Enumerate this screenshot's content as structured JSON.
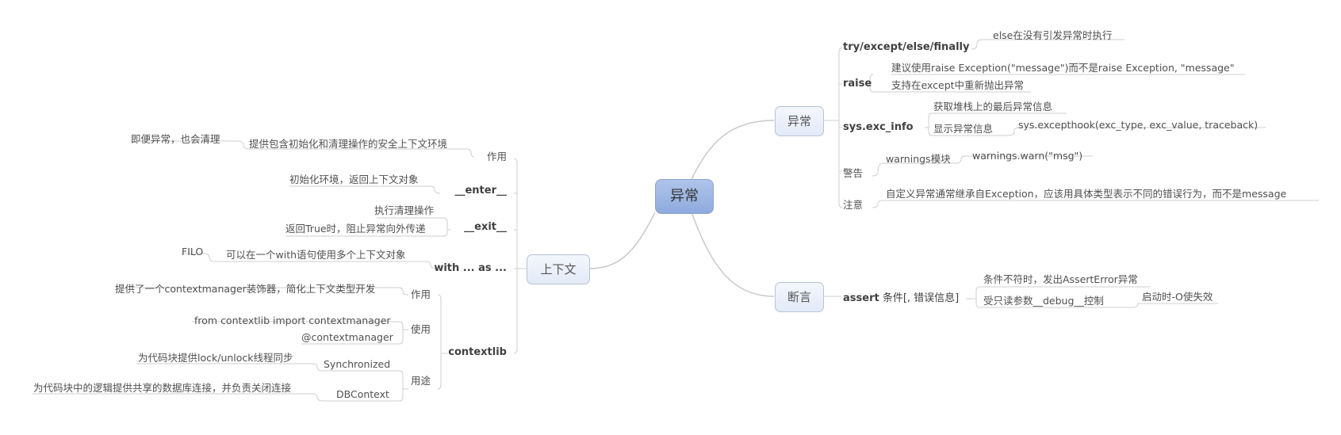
{
  "root": {
    "label": "异常"
  },
  "right": {
    "exception": {
      "label": "异常",
      "children": [
        {
          "label": "try/except/else/finally",
          "children": [
            {
              "label": "else在没有引发异常时执行"
            }
          ]
        },
        {
          "label": "raise",
          "children": [
            {
              "label": "建议使用raise Exception(\"message\")而不是raise  Exception, \"message\""
            },
            {
              "label": "支持在except中重新抛出异常"
            }
          ]
        },
        {
          "label": "sys.exc_info",
          "children": [
            {
              "label": "获取堆栈上的最后异常信息"
            },
            {
              "label": "显示异常信息",
              "children": [
                {
                  "label": "sys.excepthook(exc_type, exc_value, traceback)"
                }
              ]
            }
          ]
        },
        {
          "label": "警告",
          "children": [
            {
              "label": "warnings模块",
              "children": [
                {
                  "label": "warnings.warn(\"msg\")"
                }
              ]
            }
          ]
        },
        {
          "label": "注意",
          "children": [
            {
              "label": "自定义异常通常继承自Exception，应该用具体类型表示不同的错误行为，而不是message"
            }
          ]
        }
      ]
    },
    "assertion": {
      "label": "断言",
      "children": [
        {
          "label_bold": "assert",
          "label_rest": " 条件[, 错误信息]",
          "children": [
            {
              "label": "条件不符时，发出AssertError异常"
            },
            {
              "label": "受只读参数__debug__控制",
              "children": [
                {
                  "label": "启动时-O使失效"
                }
              ]
            }
          ]
        }
      ]
    }
  },
  "left": {
    "context": {
      "label": "上下文",
      "children": [
        {
          "label": "作用",
          "children": [
            {
              "label": "提供包含初始化和清理操作的安全上下文环境",
              "children": [
                {
                  "label": "即便异常，也会清理"
                }
              ]
            }
          ]
        },
        {
          "label": "__enter__",
          "children": [
            {
              "label": "初始化环境，返回上下文对象"
            }
          ]
        },
        {
          "label": "__exit__",
          "children": [
            {
              "label": "执行清理操作"
            },
            {
              "label": "返回True时，阻止异常向外传递"
            }
          ]
        },
        {
          "label": "with ... as ...",
          "children": [
            {
              "label": "可以在一个with语句使用多个上下文对象",
              "children": [
                {
                  "label": "FILO"
                }
              ]
            }
          ]
        },
        {
          "label": "contextlib",
          "children": [
            {
              "label": "作用",
              "children": [
                {
                  "label": "提供了一个contextmanager装饰器，简化上下文类型开发"
                }
              ]
            },
            {
              "label": "使用",
              "children": [
                {
                  "label": "from contextlib import contextmanager"
                },
                {
                  "label": "@contextmanager"
                }
              ]
            },
            {
              "label": "用途",
              "children": [
                {
                  "label": "Synchronized",
                  "children": [
                    {
                      "label": "为代码块提供lock/unlock线程同步"
                    }
                  ]
                },
                {
                  "label": "DBContext",
                  "children": [
                    {
                      "label": "为代码块中的逻辑提供共享的数据库连接，并负责关闭连接"
                    }
                  ]
                }
              ]
            }
          ]
        }
      ]
    }
  },
  "colors": {
    "line": "#c8c8c8",
    "root_fill": "#9cb5e3",
    "node_fill": "#e8eef9",
    "text": "#505050"
  }
}
